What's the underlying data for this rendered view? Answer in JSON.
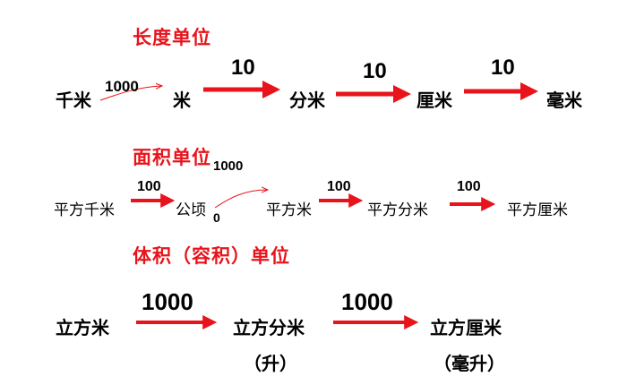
{
  "colors": {
    "title": "#e8131b",
    "arrow": "#e8131b",
    "text": "#000000"
  },
  "length": {
    "title": "长度单位",
    "units": [
      "千米",
      "米",
      "分米",
      "厘米",
      "毫米"
    ],
    "factors": [
      "1000",
      "10",
      "10",
      "10"
    ]
  },
  "area": {
    "title": "面积单位",
    "units": [
      "平方千米",
      "公顷",
      "平方米",
      "平方分米",
      "平方厘米"
    ],
    "factors": [
      "100",
      "1000",
      "100",
      "100"
    ],
    "hectare_factor_tail": "0"
  },
  "volume": {
    "title": "体积（容积）单位",
    "units": [
      "立方米",
      "立方分米",
      "立方厘米"
    ],
    "aliases": [
      "（升）",
      "（毫升）"
    ],
    "factors": [
      "1000",
      "1000"
    ]
  }
}
